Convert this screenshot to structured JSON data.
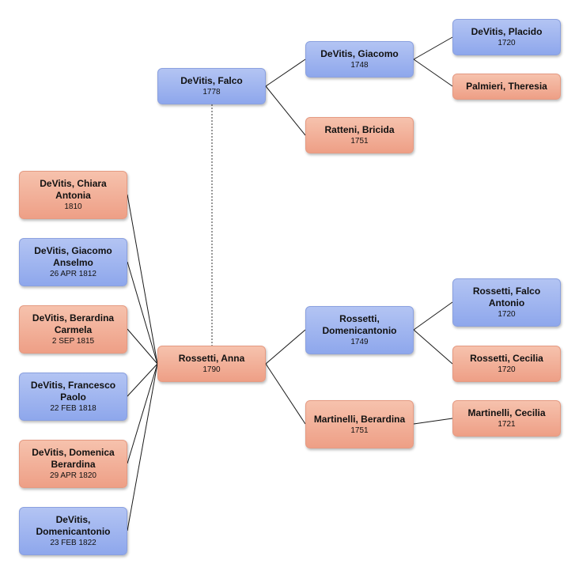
{
  "people": {
    "chiara": {
      "name": "DeVitis, Chiara Antonia",
      "year": "1810"
    },
    "giacomo_anselmo": {
      "name": "DeVitis, Giacomo Anselmo",
      "year": "26 APR 1812"
    },
    "berardina_carmela": {
      "name": "DeVitis, Berardina Carmela",
      "year": "2 SEP 1815"
    },
    "francesco": {
      "name": "DeVitis, Francesco Paolo",
      "year": "22 FEB 1818"
    },
    "domenica": {
      "name": "DeVitis, Domenica Berardina",
      "year": "29 APR 1820"
    },
    "domenicantonio_child": {
      "name": "DeVitis, Domenicantonio",
      "year": "23 FEB 1822"
    },
    "falco": {
      "name": "DeVitis, Falco",
      "year": "1778"
    },
    "anna": {
      "name": "Rossetti, Anna",
      "year": "1790"
    },
    "giacomo": {
      "name": "DeVitis, Giacomo",
      "year": "1748"
    },
    "bricida": {
      "name": "Ratteni, Bricida",
      "year": "1751"
    },
    "placido": {
      "name": "DeVitis, Placido",
      "year": "1720"
    },
    "theresia": {
      "name": "Palmieri, Theresia",
      "year": ""
    },
    "domenicantonio": {
      "name": "Rossetti, Domenicantonio",
      "year": "1749"
    },
    "berardina": {
      "name": "Martinelli, Berardina",
      "year": "1751"
    },
    "falco_antonio": {
      "name": "Rossetti, Falco Antonio",
      "year": "1720"
    },
    "cecilia_r": {
      "name": "Rossetti, Cecilia",
      "year": "1720"
    },
    "cecilia_m": {
      "name": "Martinelli, Cecilia",
      "year": "1721"
    }
  },
  "colors": {
    "male": "#9db3ef",
    "female": "#f0ab93",
    "line": "#1a1a1a",
    "spouse_line": "#777777"
  }
}
